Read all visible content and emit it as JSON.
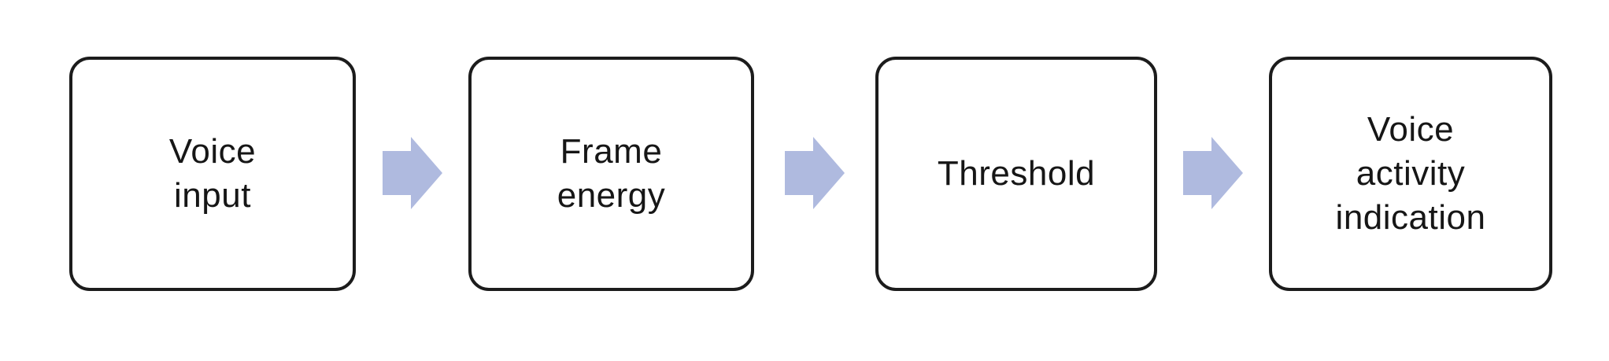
{
  "diagram": {
    "type": "flowchart",
    "direction": "left-to-right",
    "nodes": [
      {
        "id": "voice-input",
        "label": "Voice input",
        "text": "Voice\ninput"
      },
      {
        "id": "frame-energy",
        "label": "Frame energy",
        "text": "Frame\nenergy"
      },
      {
        "id": "threshold",
        "label": "Threshold",
        "text": "Threshold"
      },
      {
        "id": "voice-activity-indication",
        "label": "Voice activity indication",
        "text": "Voice\nactivity\nindication"
      }
    ],
    "connectors": [
      {
        "from": "voice-input",
        "to": "frame-energy",
        "style": "block-arrow"
      },
      {
        "from": "frame-energy",
        "to": "threshold",
        "style": "block-arrow"
      },
      {
        "from": "threshold",
        "to": "voice-activity-indication",
        "style": "block-arrow"
      }
    ],
    "colors": {
      "arrow_fill": "#AFBADF",
      "box_border": "#1C1C1C",
      "box_fill": "#FFFFFF",
      "text": "#161616",
      "background": "#FFFFFF"
    }
  }
}
